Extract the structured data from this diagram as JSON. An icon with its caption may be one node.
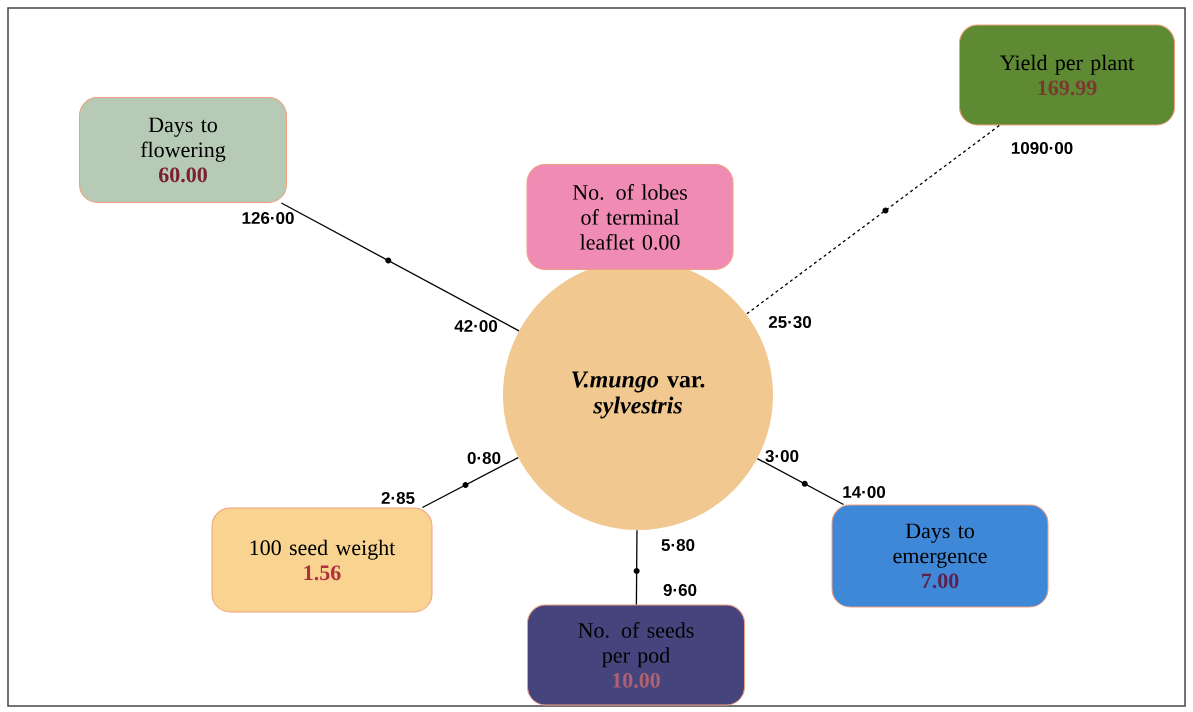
{
  "diagram": {
    "nodes": [
      {
        "text": [
          "*V.mungo* var. *sylvestris*"
        ]
      },
      {
        "text": [
          "Days to flowering",
          "60.00"
        ]
      },
      {
        "text": [
          "No. of lobes of terminal leaflet 0.00"
        ]
      },
      {
        "text": [
          "Yield per plant",
          "169.99"
        ]
      },
      {
        "text": [
          "100 seed weight",
          "1.56"
        ]
      },
      {
        "text": [
          "No. of seeds per pod",
          "10.00"
        ]
      },
      {
        "text": [
          "Days to emergence",
          "7.00"
        ]
      }
    ],
    "edges": [
      {
        "from": 1,
        "to": 0,
        "arrow": "none"
      },
      {
        "from": 3,
        "to": 0,
        "arrow": "none",
        "style": "dashed"
      },
      {
        "from": 4,
        "to": 0,
        "arrow": "none"
      },
      {
        "from": 6,
        "to": 0,
        "arrow": "none"
      },
      {
        "from": 5,
        "to": 0,
        "arrow": "none"
      }
    ],
    "labels": [
      "1090·00",
      "126·00",
      "42·00",
      "25·30",
      "0·80",
      "3·00",
      "2·85",
      "14·00",
      "5·80",
      "9·60"
    ]
  }
}
